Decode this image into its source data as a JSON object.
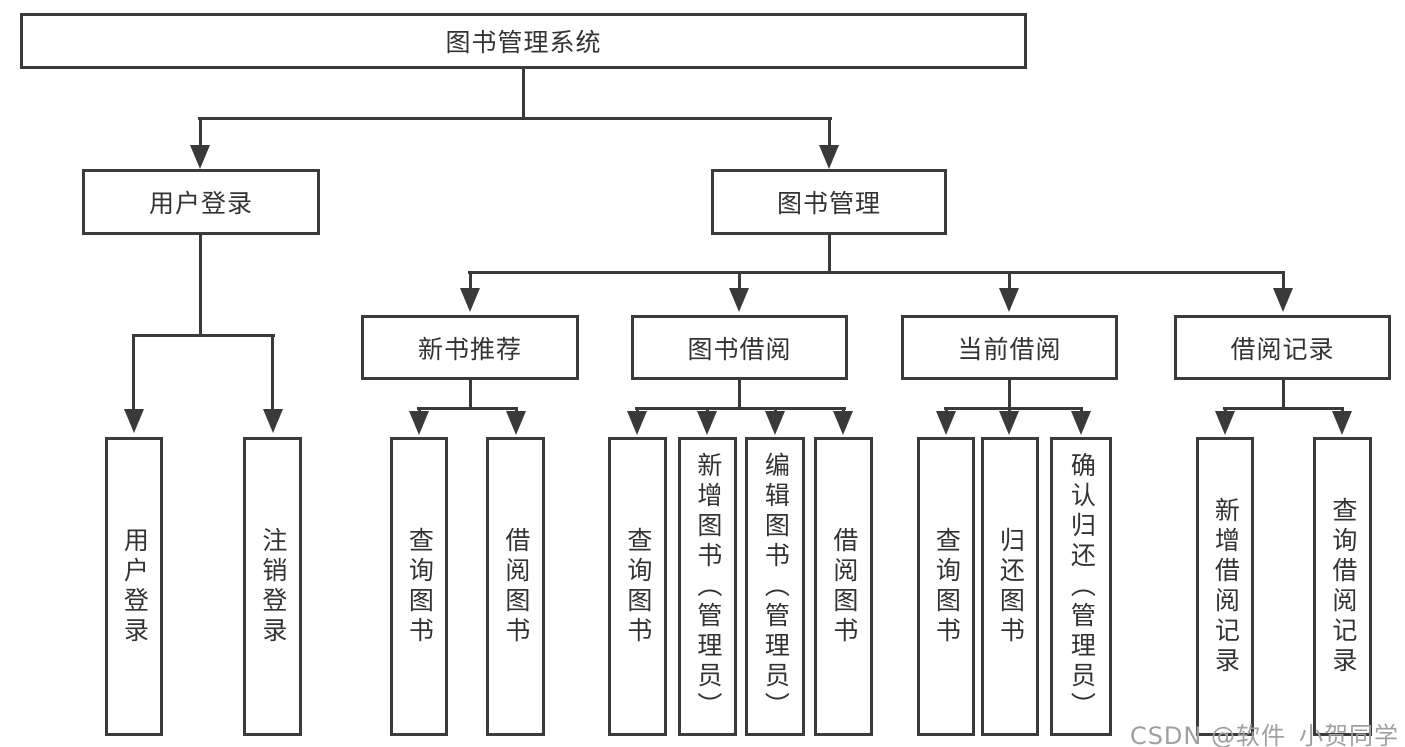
{
  "tree": {
    "root": {
      "label": "图书管理系统"
    },
    "branches": [
      {
        "label": "用户登录",
        "children": [
          "用户登录",
          "注销登录"
        ]
      },
      {
        "label": "图书管理"
      }
    ],
    "modules": [
      {
        "label": "新书推荐",
        "children": [
          "查询图书",
          "借阅图书"
        ]
      },
      {
        "label": "图书借阅",
        "children": [
          "查询图书",
          "新增图书（管理员）",
          "编辑图书（管理员）",
          "借阅图书"
        ]
      },
      {
        "label": "当前借阅",
        "children": [
          "查询图书",
          "归还图书",
          "确认归还（管理员）"
        ]
      },
      {
        "label": "借阅记录",
        "children": [
          "新增借阅记录",
          "查询借阅记录"
        ]
      }
    ]
  },
  "watermark": "CSDN @软件_小贺同学"
}
